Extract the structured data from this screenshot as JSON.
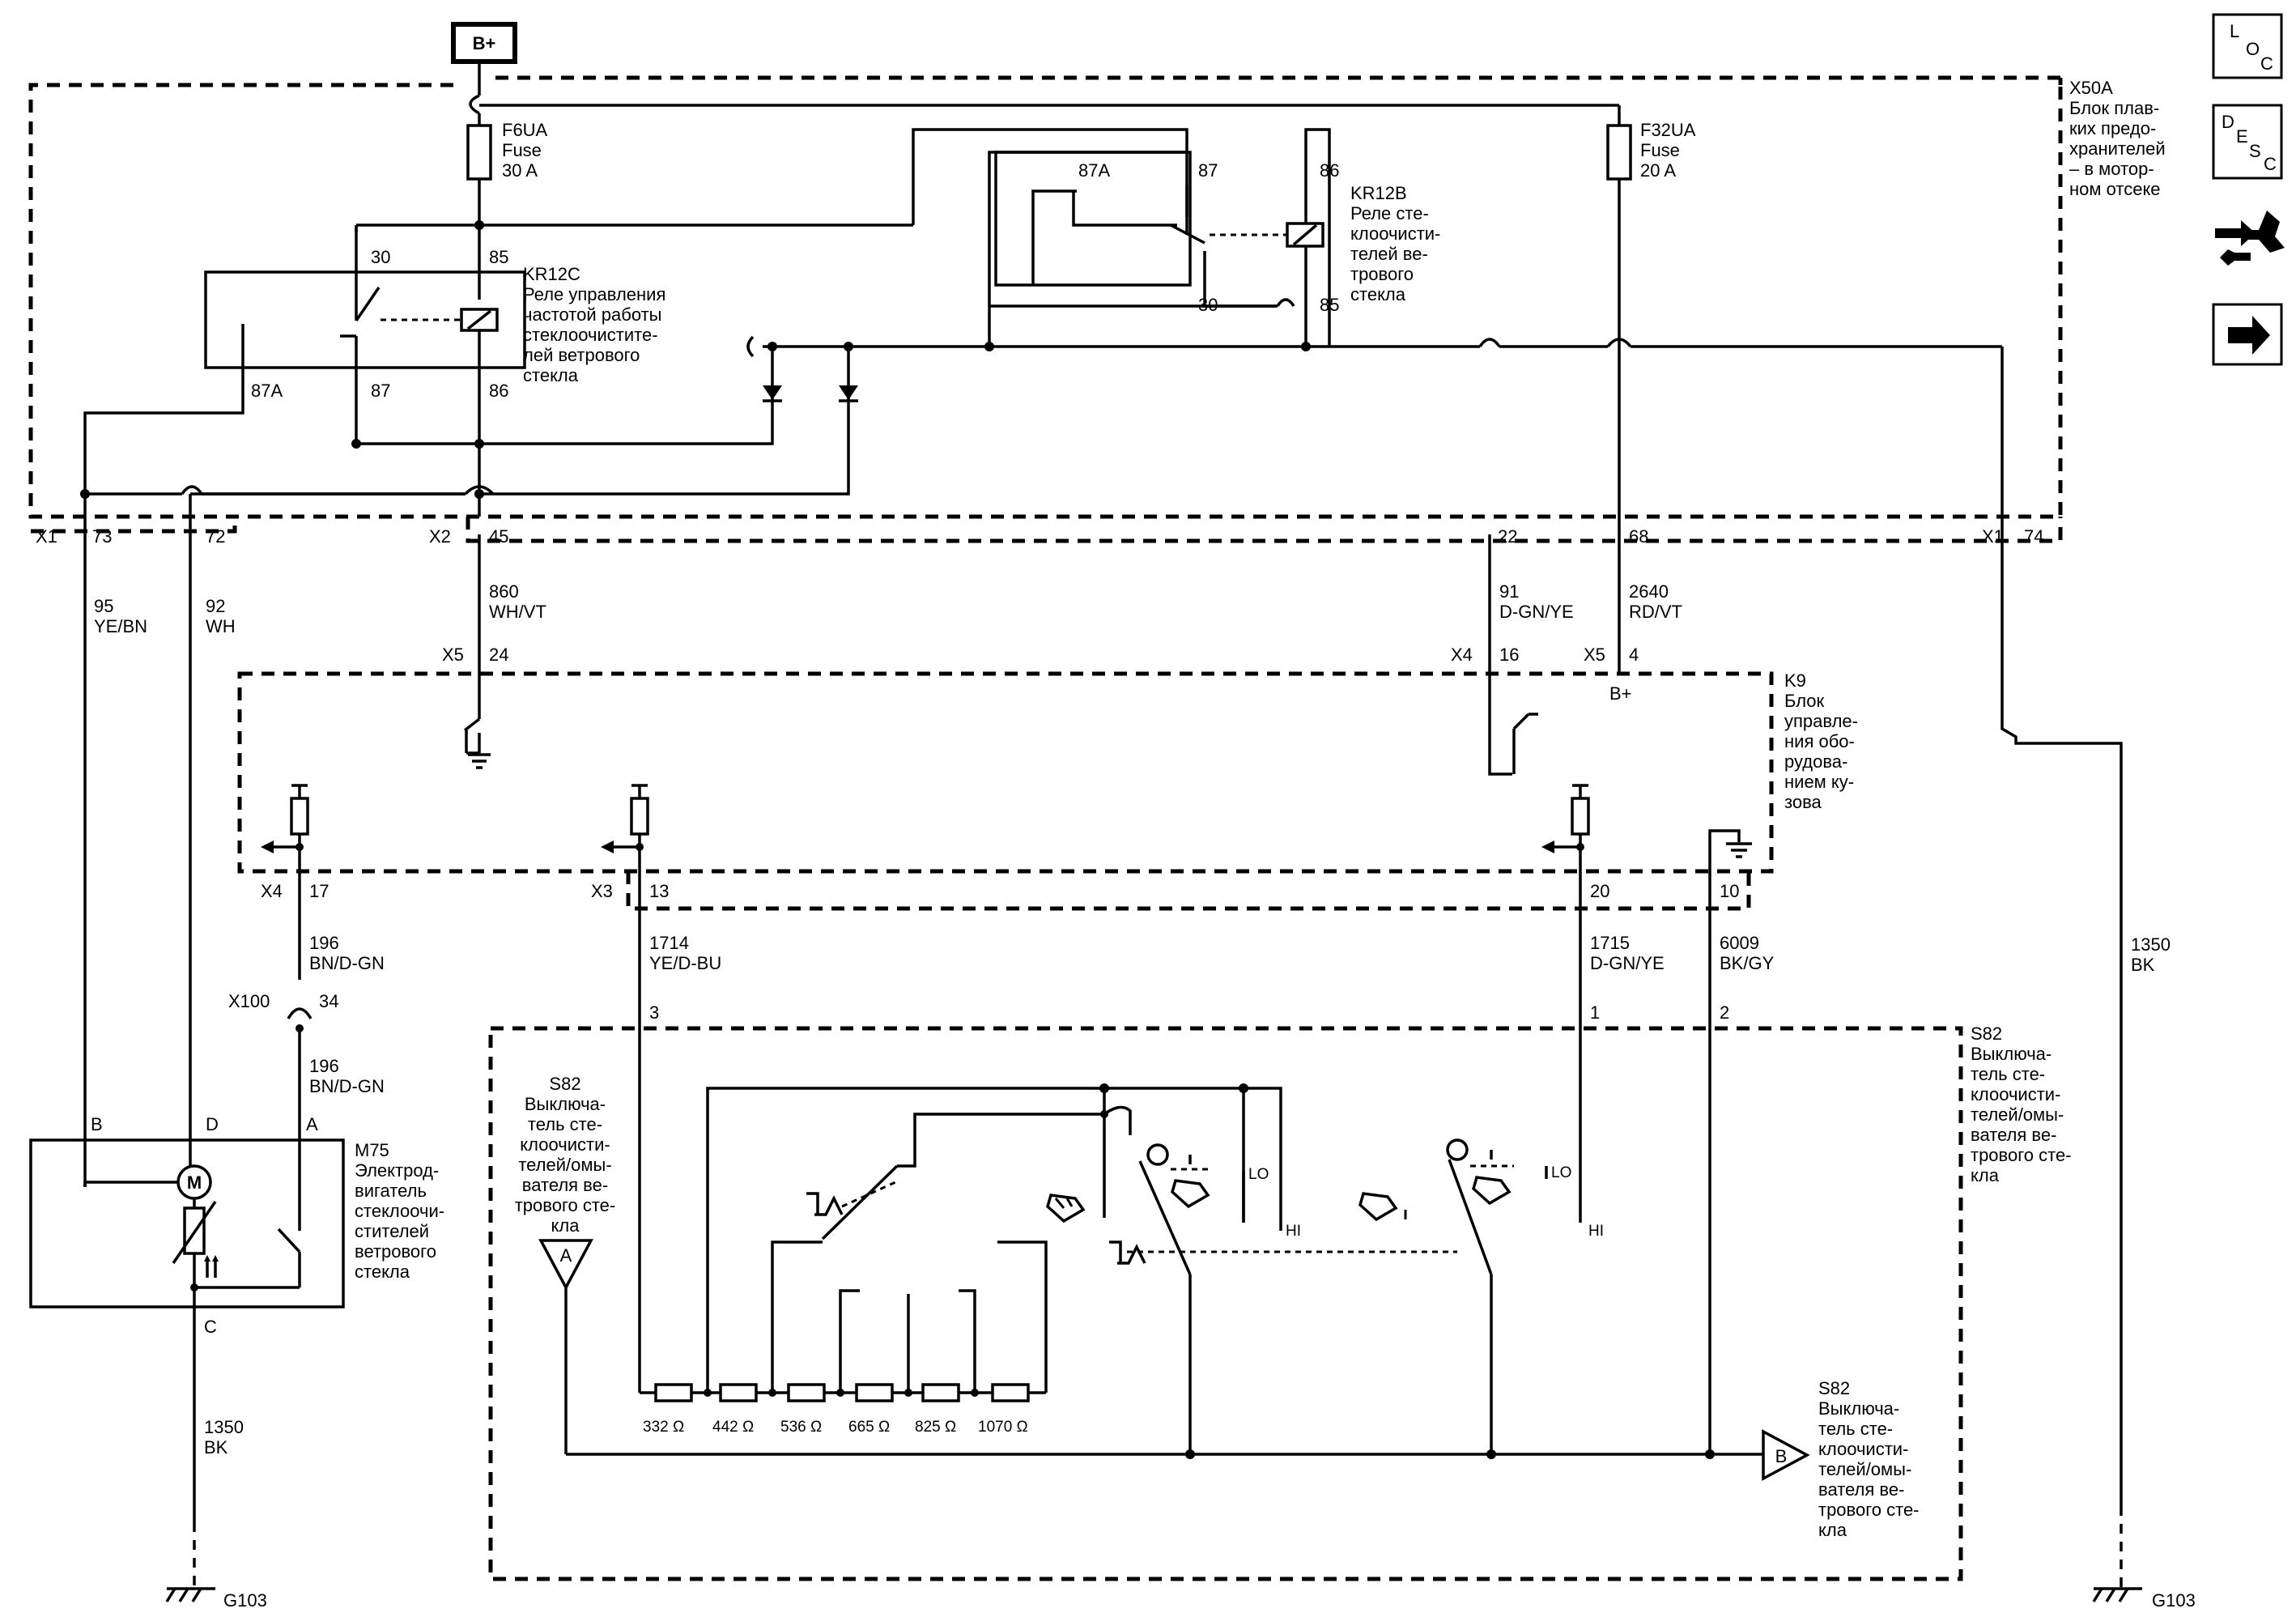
{
  "power": {
    "bplus": "B+"
  },
  "modules": {
    "x50a": {
      "id": "X50A",
      "lines": [
        "Блок плав-",
        "ких предо-",
        "хранителей",
        "– в мотор-",
        "ном отсеке"
      ]
    },
    "k9": {
      "id": "K9",
      "lines": [
        "Блок",
        "управле-",
        "ния обо-",
        "рудова-",
        "нием ку-",
        "зова"
      ],
      "bplus": "B+"
    },
    "s82_right": {
      "id": "S82",
      "lines": [
        "Выключа-",
        "тель сте-",
        "клоочисти-",
        "телей/омы-",
        "вателя ве-",
        "трового сте-",
        "кла"
      ]
    },
    "s82_left": {
      "id": "S82",
      "lines": [
        "Выключа-",
        "тель сте-",
        "клоочисти-",
        "телей/омы-",
        "вателя ве-",
        "трового сте-",
        "кла"
      ]
    },
    "s82_bottom": {
      "id": "S82",
      "lines": [
        "Выключа-",
        "тель сте-",
        "клоочисти-",
        "телей/омы-",
        "вателя ве-",
        "трового сте-",
        "кла"
      ]
    },
    "m75": {
      "id": "M75",
      "lines": [
        "Электрод-",
        "вигатель",
        "стеклоочи-",
        "стителей",
        "ветрового",
        "стекла"
      ]
    }
  },
  "fuses": {
    "f6ua": {
      "id": "F6UA",
      "type": "Fuse",
      "rating": "30 A"
    },
    "f32ua": {
      "id": "F32UA",
      "type": "Fuse",
      "rating": "20 A"
    }
  },
  "relays": {
    "kr12c": {
      "id": "KR12C",
      "lines": [
        "Реле управления",
        "частотой работы",
        "стеклоочистите-",
        "лей ветрового",
        "стекла"
      ],
      "pins": {
        "p30": "30",
        "p85": "85",
        "p87a": "87A",
        "p87": "87",
        "p86": "86"
      }
    },
    "kr12b": {
      "id": "KR12B",
      "lines": [
        "Реле сте-",
        "клоочисти-",
        "телей ве-",
        "трового",
        "стекла"
      ],
      "pins": {
        "p87a": "87A",
        "p87": "87",
        "p86": "86",
        "p30": "30",
        "p85": "85"
      }
    }
  },
  "connectors": {
    "x1a": "X1",
    "p73": "73",
    "p72": "72",
    "x2": "X2",
    "p45": "45",
    "p22": "22",
    "p68": "68",
    "x1b": "X1",
    "p74": "74",
    "x5a": "X5",
    "p24": "24",
    "x4a": "X4",
    "p16": "16",
    "x5b": "X5",
    "p4": "4",
    "x4b": "X4",
    "p17": "17",
    "x3": "X3",
    "p13": "13",
    "p20": "20",
    "p10": "10",
    "x100": "X100",
    "p34": "34",
    "s82p3": "3",
    "s82p1": "1",
    "s82p2": "2",
    "m75B": "B",
    "m75D": "D",
    "m75A": "A",
    "m75C": "C"
  },
  "wires": {
    "w95": {
      "circuit": "95",
      "color": "YE/BN"
    },
    "w92": {
      "circuit": "92",
      "color": "WH"
    },
    "w860": {
      "circuit": "860",
      "color": "WH/VT"
    },
    "w91": {
      "circuit": "91",
      "color": "D-GN/YE"
    },
    "w2640": {
      "circuit": "2640",
      "color": "RD/VT"
    },
    "w196a": {
      "circuit": "196",
      "color": "BN/D-GN"
    },
    "w196b": {
      "circuit": "196",
      "color": "BN/D-GN"
    },
    "w1714": {
      "circuit": "1714",
      "color": "YE/D-BU"
    },
    "w1715": {
      "circuit": "1715",
      "color": "D-GN/YE"
    },
    "w6009": {
      "circuit": "6009",
      "color": "BK/GY"
    },
    "w1350a": {
      "circuit": "1350",
      "color": "BK"
    },
    "w1350b": {
      "circuit": "1350",
      "color": "BK"
    }
  },
  "grounds": {
    "g1": "G103",
    "g2": "G103"
  },
  "resistors": [
    "332 Ω",
    "442 Ω",
    "536 Ω",
    "665 Ω",
    "825 Ω",
    "1070 Ω"
  ],
  "switch_labels": {
    "lo1": "LO",
    "hi1": "HI",
    "lo2": "LO",
    "hi2": "HI",
    "tri_a": "A",
    "tri_b": "B"
  },
  "motor": {
    "symbol": "M"
  },
  "legend": {
    "loc": {
      "l1": "L",
      "l2": "O",
      "l3": "C"
    },
    "desc": {
      "l1": "D",
      "l2": "E",
      "l3": "S",
      "l4": "C"
    },
    "icons": [
      "connector-repair-icon",
      "next-page-arrow-icon"
    ]
  }
}
